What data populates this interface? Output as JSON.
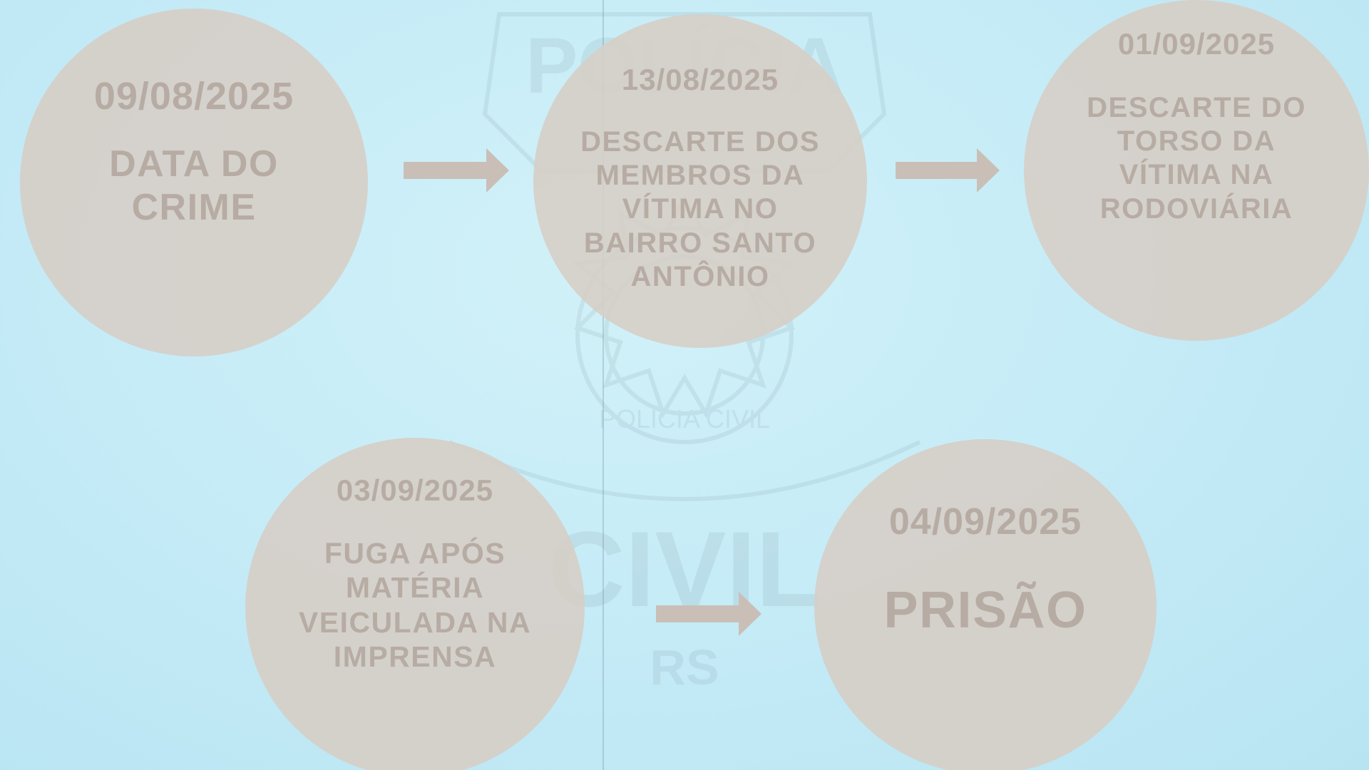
{
  "watermark": {
    "top_text": "POLÍCIA",
    "seal_text": "POLÍCIA CIVIL",
    "bottom_text": "CIVIL",
    "state": "RS"
  },
  "events": [
    {
      "date": "09/08/2025",
      "description": "DATA DO CRIME"
    },
    {
      "date": "13/08/2025",
      "description": "DESCARTE DOS MEMBROS DA VÍTIMA NO BAIRRO SANTO ANTÔNIO"
    },
    {
      "date": "01/09/2025",
      "description": "DESCARTE DO TORSO DA VÍTIMA NA RODOVIÁRIA"
    },
    {
      "date": "03/09/2025",
      "description": "FUGA APÓS MATÉRIA VEICULADA NA IMPRENSA"
    },
    {
      "date": "04/09/2025",
      "description": "PRISÃO"
    }
  ],
  "colors": {
    "background": "#c6ecf7",
    "circle": "#d6cec7",
    "text": "#b7aca4",
    "arrow": "#c9bfb7"
  }
}
